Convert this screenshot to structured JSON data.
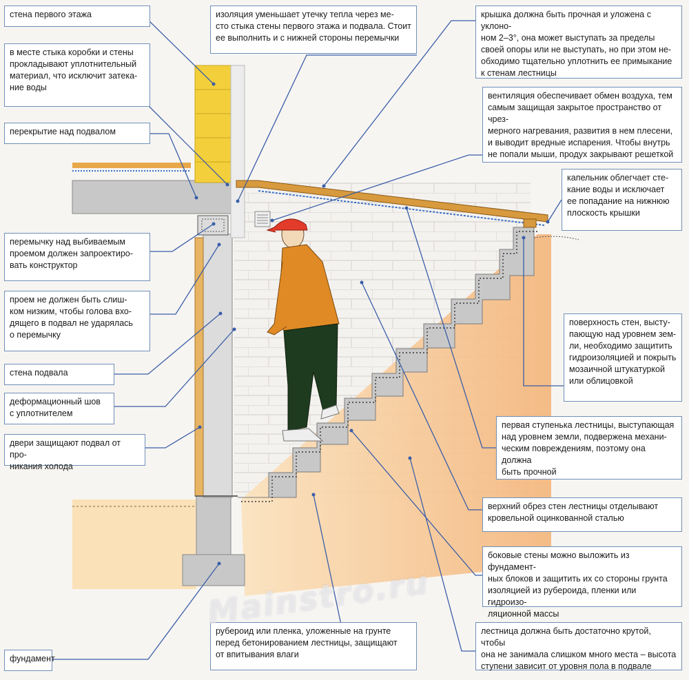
{
  "callouts": [
    {
      "id": "first-floor-wall",
      "text": "стена первого этажа"
    },
    {
      "id": "sealing-material",
      "text": "в месте стыка коробки и стены\nпрокладывают уплотнительный\nматериал, что исключит затека-\nние воды"
    },
    {
      "id": "basement-ceiling",
      "text": "перекрытие над подвалом"
    },
    {
      "id": "lintel",
      "text": "перемычку над выбиваемым\nпроемом должен запроектиро-\nвать конструктор"
    },
    {
      "id": "opening-height",
      "text": "проем не должен быть слиш-\nком низким, чтобы голова вхо-\nдящего в подвал не ударялась\nо перемычку"
    },
    {
      "id": "basement-wall",
      "text": "стена подвала"
    },
    {
      "id": "expansion-joint",
      "text": "деформационный шов\nс уплотнителем"
    },
    {
      "id": "doors",
      "text": "двери защищают подвал от про-\nникания холода"
    },
    {
      "id": "foundation",
      "text": "фундамент"
    },
    {
      "id": "insulation",
      "text": "изоляция уменьшает утечку тепла через ме-\nсто стыка стены первого этажа и подвала. Стоит\nее выполнить и с нижней стороны перемычки"
    },
    {
      "id": "roof-cover",
      "text": "крышка должна быть прочная и уложена с уклоно-\nном 2–3°, она может выступать за пределы\nсвоей опоры или не выступать, но при этом не-\nобходимо тщательно уплотнить ее примыкание\nк стенам лестницы"
    },
    {
      "id": "ventilation",
      "text": "вентиляция обеспечивает обмен воздуха, тем\nсамым защищая закрытое пространство от чрез-\nмерного нагревания, развития в нем плесени,\nи выводит вредные испарения. Чтобы внутрь\nне попали мыши, продух закрывают решеткой"
    },
    {
      "id": "drip-edge",
      "text": "капельник облегчает сте-\nкание воды и исключает\nее попадание на нижнюю\nплоскость крышки"
    },
    {
      "id": "wall-surface",
      "text": "поверхность стен, высту-\nпающую над уровнем зем-\nли, необходимо защитить\nгидроизоляцией и покрыть\nмозаичной штукатуркой\nили облицовкой"
    },
    {
      "id": "first-step",
      "text": "первая ступенька лестницы, выступающая\nнад уровнем земли, подвержена механи-\nческим повреждениям, поэтому она должна\nбыть прочной"
    },
    {
      "id": "upper-edge",
      "text": "верхний обрез стен лестницы отделывают\nкровельной оцинкованной сталью"
    },
    {
      "id": "side-walls",
      "text": "боковые стены можно выложить из фундамент-\nных блоков и защитить их со стороны грунта\nизоляцией из рубероида, пленки или гидроизо-\nляционной массы"
    },
    {
      "id": "roofing-felt",
      "text": "рубероид или пленка, уложенные на грунте\nперед бетонированием лестницы, защищают\nот впитывания влаги"
    },
    {
      "id": "stair-steepness",
      "text": "лестница должна быть достаточно крутой, чтобы\nона не занимала слишком много места – высота\nступени зависит от уровня пола в подвале"
    }
  ],
  "watermark": "Mainstro.ru",
  "colors": {
    "brick": "#f3d03b",
    "concrete": "#c4c4c4",
    "soil": "#f6c28c",
    "wood": "#d89a3e",
    "line": "#3a5ea8",
    "border": "#6f8fb8"
  }
}
